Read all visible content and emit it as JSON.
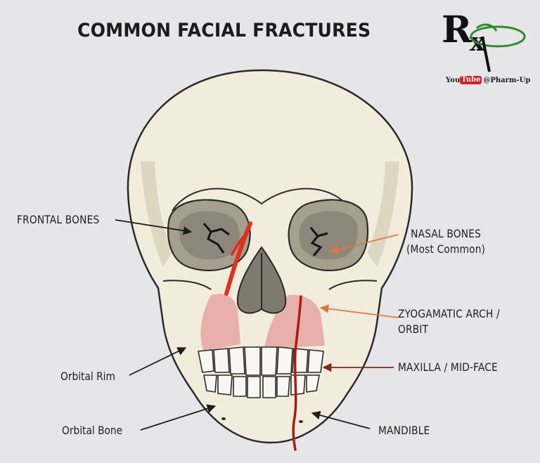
{
  "title": "COMMON FACIAL FRACTURES",
  "logo": {
    "youtube_you": "You",
    "youtube_tube": "Tube",
    "handle": "@Pharm-Up",
    "colors": {
      "rx": "#111111",
      "accent": "#2e8b2e"
    }
  },
  "labels": {
    "frontal_bones": "FRONTAL BONES",
    "nasal_bones": "NASAL BONES",
    "nasal_bones_note": "(Most Common)",
    "zygomatic_line1": "ZYOGAMATIC ARCH /",
    "zygomatic_line2": "ORBIT",
    "maxilla": "MAXILLA / MID-FACE",
    "orbital_rim": "Orbital Rim",
    "orbital_bone": "Orbital Bone",
    "mandible": "MANDIBLE"
  },
  "colors": {
    "bone": "#f1ecdc",
    "bone_shadow": "#d9d2bb",
    "outline": "#2a2a2a",
    "fracture_red": "#e0301e",
    "highlight_pink": "#e8a5a0",
    "arrow_dark": "#1e1e1e",
    "arrow_orange": "#e07845",
    "arrow_maroon": "#8c1f1f"
  }
}
